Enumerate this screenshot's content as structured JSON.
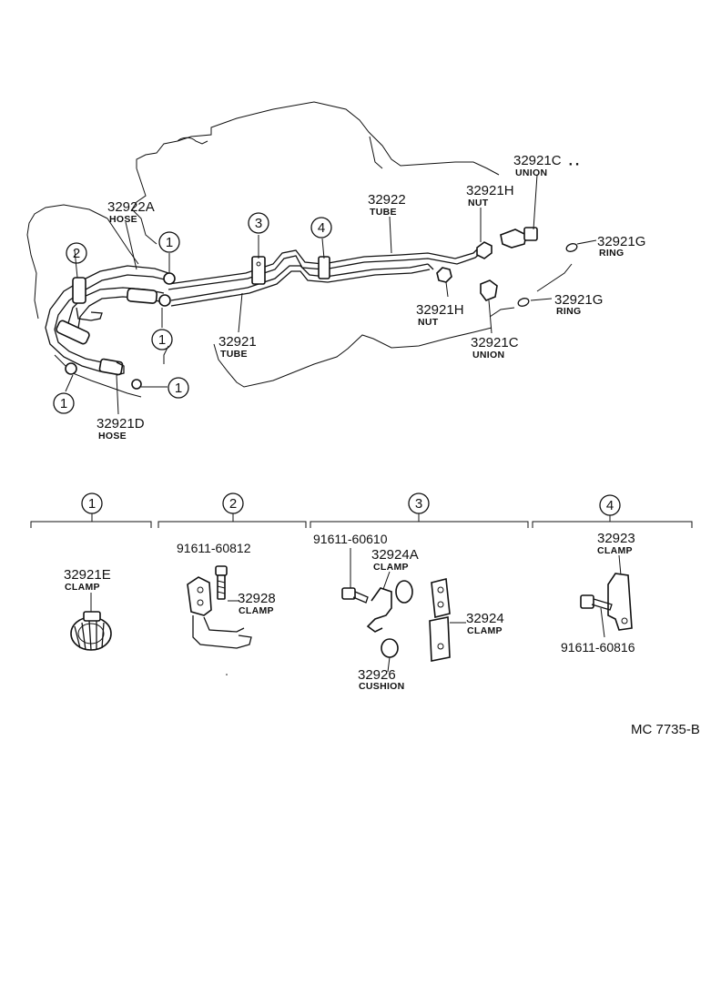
{
  "callouts": {
    "p32921C_top": {
      "number": "32921C",
      "desc": "UNION"
    },
    "p32922": {
      "number": "32922",
      "desc": "TUBE"
    },
    "p32921H_top": {
      "number": "32921H",
      "desc": "NUT"
    },
    "p32922A": {
      "number": "32922A",
      "desc": "HOSE"
    },
    "p32921G_top": {
      "number": "32921G",
      "desc": "RING"
    },
    "p32921G_bot": {
      "number": "32921G",
      "desc": "RING"
    },
    "p32921H_bot": {
      "number": "32921H",
      "desc": "NUT"
    },
    "p32921C_bot": {
      "number": "32921C",
      "desc": "UNION"
    },
    "p32921": {
      "number": "32921",
      "desc": "TUBE"
    },
    "p32921D": {
      "number": "32921D",
      "desc": "HOSE"
    },
    "p32921E": {
      "number": "32921E",
      "desc": "CLAMP"
    },
    "b91611_60812": {
      "number": "91611-60812"
    },
    "p32928": {
      "number": "32928",
      "desc": "CLAMP"
    },
    "b91611_60610": {
      "number": "91611-60610"
    },
    "p32924A": {
      "number": "32924A",
      "desc": "CLAMP"
    },
    "p32924": {
      "number": "32924",
      "desc": "CLAMP"
    },
    "p32926": {
      "number": "32926",
      "desc": "CUSHION"
    },
    "p32923": {
      "number": "32923",
      "desc": "CLAMP"
    },
    "b91611_60816": {
      "number": "91611-60816"
    }
  },
  "markers": {
    "one": "1",
    "two": "2",
    "three": "3",
    "four": "4"
  },
  "diagram_code": "MC  7735-B"
}
